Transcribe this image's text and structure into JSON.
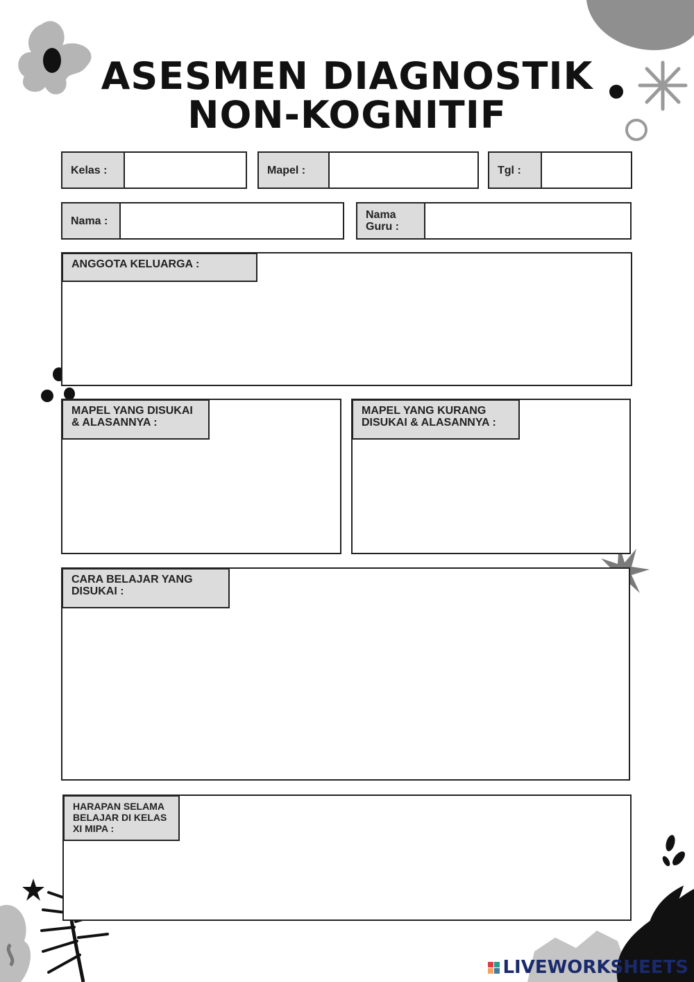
{
  "title": {
    "line1": "ASESMEN DIAGNOSTIK",
    "line2": "NON-KOGNITIF"
  },
  "fields": {
    "kelas": {
      "label": "Kelas :",
      "value": ""
    },
    "mapel": {
      "label": "Mapel :",
      "value": ""
    },
    "tgl": {
      "label": "Tgl :",
      "value": ""
    },
    "nama": {
      "label": "Nama :",
      "value": ""
    },
    "nama_guru": {
      "label": "Nama\nGuru :",
      "value": ""
    }
  },
  "sections": {
    "anggota_keluarga": {
      "label": "ANGGOTA KELUARGA :",
      "value": ""
    },
    "mapel_disukai": {
      "label": "MAPEL YANG DISUKAI\n& ALASANNYA :",
      "value": ""
    },
    "mapel_kurang_disukai": {
      "label": "MAPEL YANG KURANG\nDISUKAI & ALASANNYA :",
      "value": ""
    },
    "cara_belajar": {
      "label": "CARA BELAJAR YANG\nDISUKAI :",
      "value": ""
    },
    "harapan": {
      "label": "HARAPAN SELAMA\nBELAJAR DI KELAS\nXI MIPA  :",
      "value": ""
    }
  },
  "brand": {
    "name": "LIVEWORKSHEETS"
  },
  "colors": {
    "label_bg": "#dcdcdc",
    "border": "#222222",
    "deco_gray": "#9a9a9a",
    "deco_dark": "#111111",
    "brand": "#1a2a6c"
  }
}
